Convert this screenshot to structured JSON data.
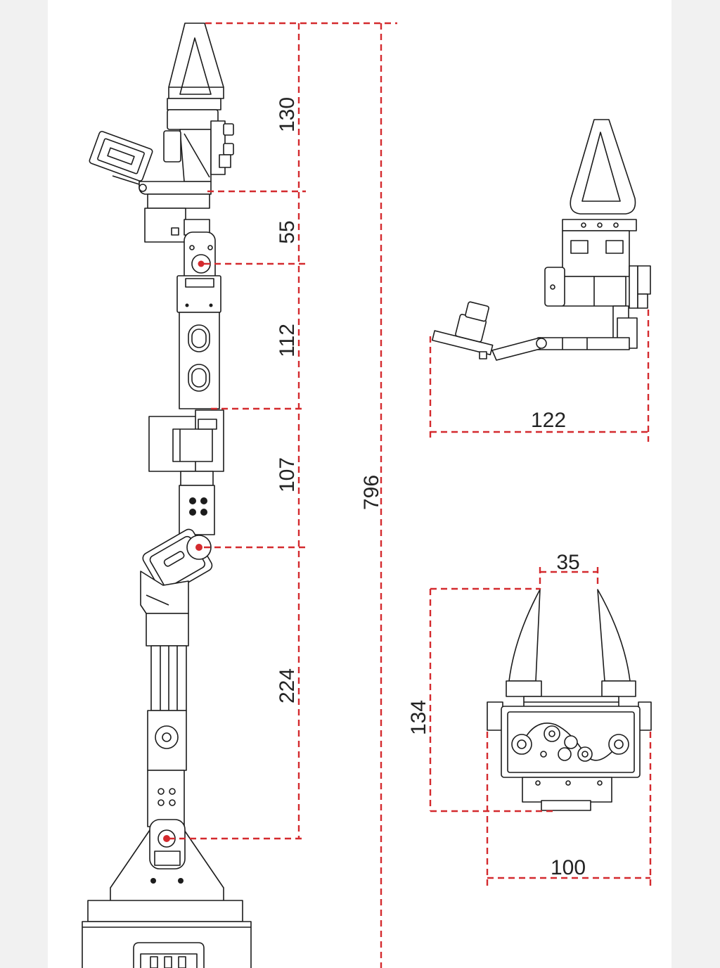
{
  "dimensions": {
    "main_arm": {
      "gripper": "130",
      "wrist": "55",
      "upper_link": "112",
      "elbow": "107",
      "lower_link": "224",
      "total_height": "796"
    },
    "side_view": {
      "reach": "122"
    },
    "front_view": {
      "jaw_opening": "35",
      "height": "134",
      "width": "100"
    }
  },
  "colors": {
    "dimension_line": "#d42a2e",
    "outline": "#1c1c1c",
    "margin": "#f1f1f1",
    "canvas": "#ffffff"
  }
}
